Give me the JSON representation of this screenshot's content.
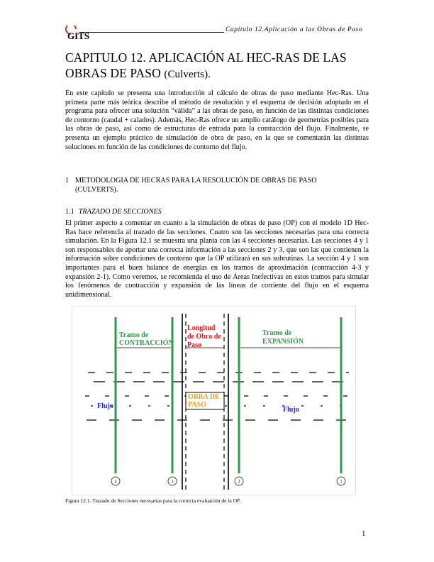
{
  "header": {
    "running_title": "Capitulo  12.Aplicación  a  las  Obras  de  Paso"
  },
  "logo": {
    "text": "GITS"
  },
  "title": {
    "main": "CAPITULO 12. APLICACIÓN  AL HEC-RAS DE LAS OBRAS DE PASO",
    "sub": "(Culverts)."
  },
  "intro": "En este capítulo se presenta una introducción al cálculo de obras de paso mediante Hec-Ras. Una primera parte más teórica describe el método de resolución y el esquema de decisión adoptado en el programa para ofrecer una solución “válida” a las obras de paso, en función de las distintas condiciones de contorno (caudal + calados). Además, Hec-Ras ofrece un amplio catálogo de geometrías posibles para las obras de paso, así como de estructuras de entrada para la contracción del flujo. Finalmente, se presenta un ejemplo práctico de simulación de obra de paso, en la que se comentarán las distintas soluciones en función de las condiciones de contorno del flujo.",
  "section1": {
    "number": "1",
    "title": "METODOLOGIA DE HECRAS PARA LA RESOLUCIÓN DE OBRAS DE PASO (CULVERTS)."
  },
  "section1_1": {
    "number": "1.1",
    "title": "TRAZADO DE SECCIONES"
  },
  "body": "El primer aspecto a comentar en cuanto a la simulación de obras de paso (OP) con el modelo 1D Hec-Ras hace referencia al trazado de las secciones. Cuatro son las secciones necesarias para una correcta simulación. En la Figura 12.1 se muestra una planta con las 4 secciones necesarias. Las secciones 4 y 1 son responsables de aportar una correcta información a las secciones 2 y 3, que son las que contienen la información sobre condiciones de contorno que la OP utilizará en sus subrutinas. La sección 4 y 1 son importantes para el buen balance de energías en los tramos de aproximación (contracción 4-3 y expansión 2-1). Como veremos, se recomienda el uso de Áreas Inefectivas en estos tramos para simular los fenómenos de contracción y expansión de las líneas de corriente del flujo en el esquema unidimensional.",
  "figure": {
    "tramo_contraccion": [
      "Tramo de",
      "CONTRACCIÓN"
    ],
    "longitud": [
      "Longitud",
      "de Obra de",
      "Paso"
    ],
    "tramo_expansion": [
      "Tramo de",
      "EXPANSIÓN"
    ],
    "obra_de_paso": [
      "OBRA  DE",
      "PASO"
    ],
    "flujo_left": "Flujo",
    "flujo_right": "Flujo",
    "section_numbers": [
      "4",
      "3",
      "2",
      "1"
    ],
    "colors": {
      "green": "#2e9a47",
      "red": "#e8141b",
      "orange": "#f39c12",
      "blue": "#1f2bd8"
    }
  },
  "caption": "Figura 12.1. Trazado de Secciones necesarias para la correcta evaluación de la OP.",
  "page_number": "1"
}
